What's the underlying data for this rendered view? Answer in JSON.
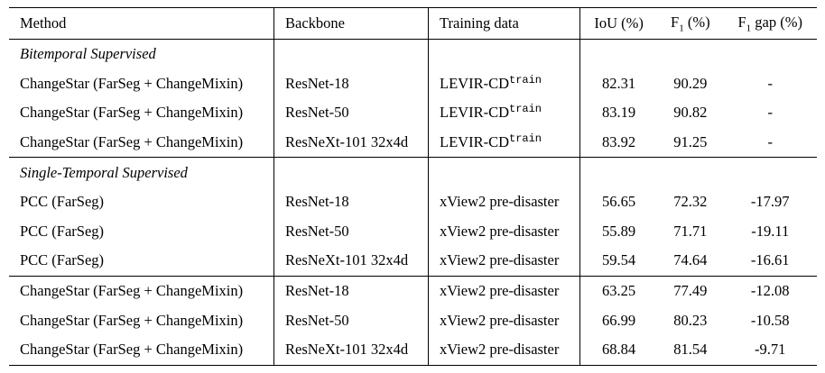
{
  "headers": {
    "method": "Method",
    "backbone": "Backbone",
    "training_data": "Training data",
    "iou": "IoU (%)",
    "f1_base": "F",
    "f1_sub": "1",
    "f1_suffix": " (%)",
    "gap_base": "F",
    "gap_sub": "1",
    "gap_suffix": " gap (%)"
  },
  "sections": [
    {
      "title": "Bitemporal Supervised",
      "rows": [
        {
          "method": "ChangeStar (FarSeg + ChangeMixin)",
          "backbone": "ResNet-18",
          "data": "LEVIR-CD",
          "data_sup": "train",
          "iou": "82.31",
          "f1": "90.29",
          "gap": "-"
        },
        {
          "method": "ChangeStar (FarSeg + ChangeMixin)",
          "backbone": "ResNet-50",
          "data": "LEVIR-CD",
          "data_sup": "train",
          "iou": "83.19",
          "f1": "90.82",
          "gap": "-"
        },
        {
          "method": "ChangeStar (FarSeg + ChangeMixin)",
          "backbone": "ResNeXt-101 32x4d",
          "data": "LEVIR-CD",
          "data_sup": "train",
          "iou": "83.92",
          "f1": "91.25",
          "gap": "-"
        }
      ]
    },
    {
      "title": "Single-Temporal Supervised",
      "rows": [
        {
          "method": "PCC (FarSeg)",
          "backbone": "ResNet-18",
          "data": "xView2 pre-disaster",
          "iou": "56.65",
          "f1": "72.32",
          "gap": "-17.97"
        },
        {
          "method": "PCC (FarSeg)",
          "backbone": "ResNet-50",
          "data": "xView2 pre-disaster",
          "iou": "55.89",
          "f1": "71.71",
          "gap": "-19.11"
        },
        {
          "method": "PCC (FarSeg)",
          "backbone": "ResNeXt-101 32x4d",
          "data": "xView2 pre-disaster",
          "iou": "59.54",
          "f1": "74.64",
          "gap": "-16.61"
        }
      ]
    },
    {
      "title": "",
      "rows": [
        {
          "method": "ChangeStar (FarSeg + ChangeMixin)",
          "backbone": "ResNet-18",
          "data": "xView2 pre-disaster",
          "iou": "63.25",
          "f1": "77.49",
          "gap": "-12.08"
        },
        {
          "method": "ChangeStar (FarSeg + ChangeMixin)",
          "backbone": "ResNet-50",
          "data": "xView2 pre-disaster",
          "iou": "66.99",
          "f1": "80.23",
          "gap": "-10.58"
        },
        {
          "method": "ChangeStar (FarSeg + ChangeMixin)",
          "backbone": "ResNeXt-101 32x4d",
          "data": "xView2 pre-disaster",
          "iou": "68.84",
          "f1": "81.54",
          "gap": "-9.71"
        }
      ]
    }
  ]
}
